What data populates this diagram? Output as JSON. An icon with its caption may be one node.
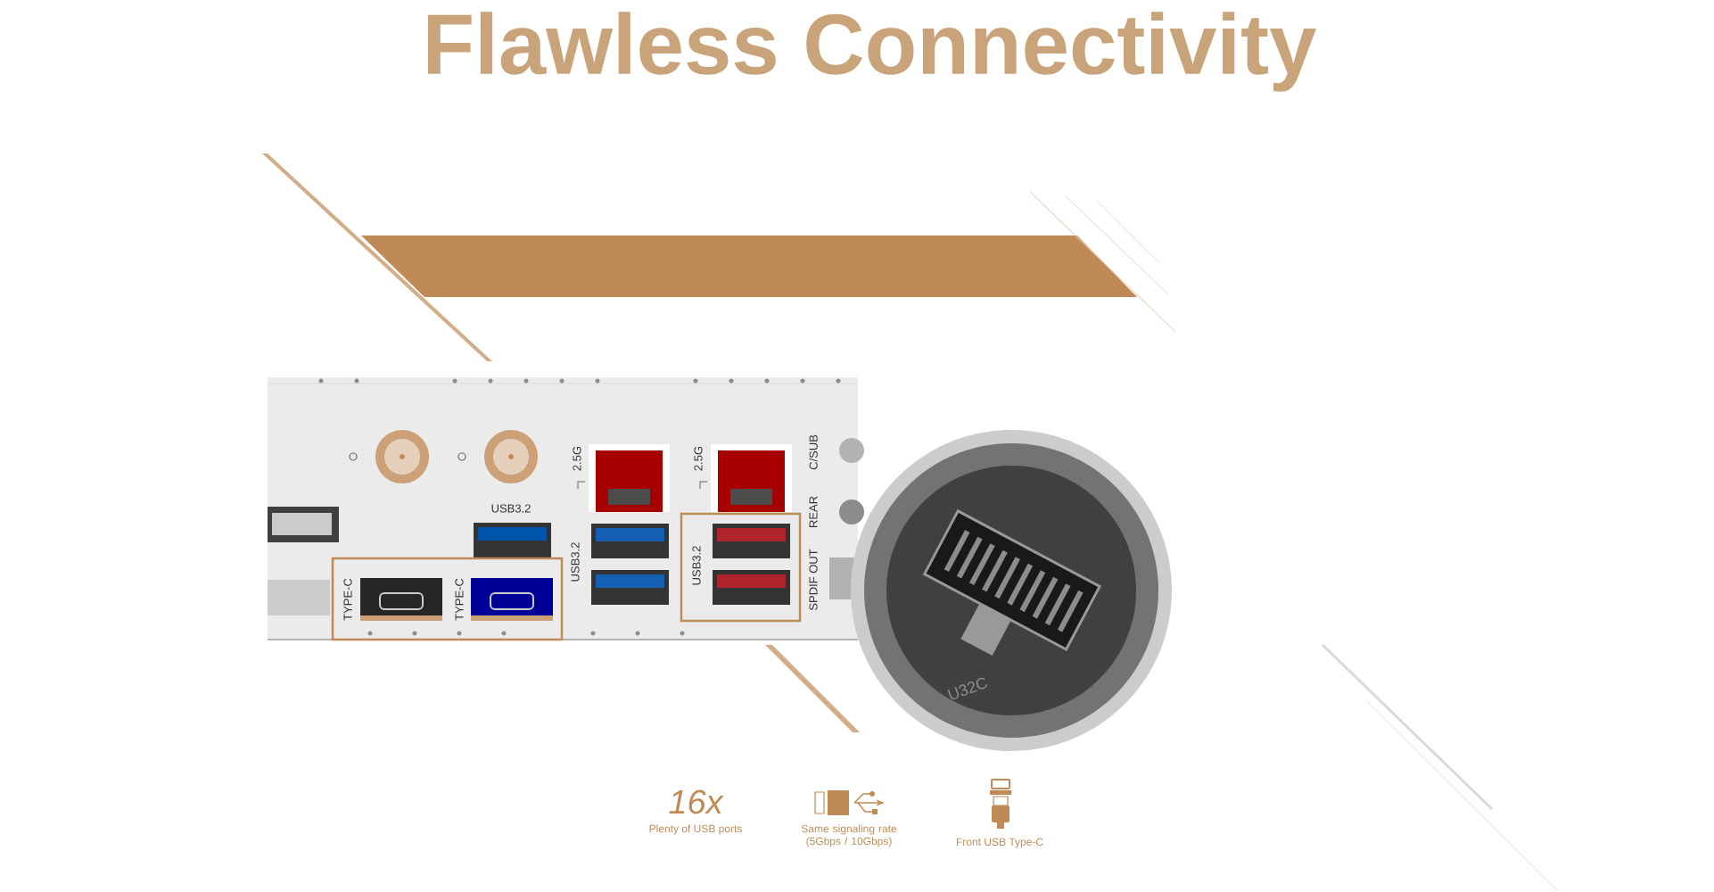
{
  "diagram": {
    "title": "Flawless Connectivity",
    "labels": [
      "USB3.2",
      "TYPE-C",
      "TYPE-C",
      "2.5G",
      "2.5G",
      "USB3.2",
      "USB3.2",
      "C/SUB",
      "REAR",
      "SPDIF OUT",
      "U32C",
      "16x",
      "Plenty of USB ports",
      "Same signaling rate (5Gbps / 10Gbps)",
      "Front USB Type-C"
    ]
  }
}
